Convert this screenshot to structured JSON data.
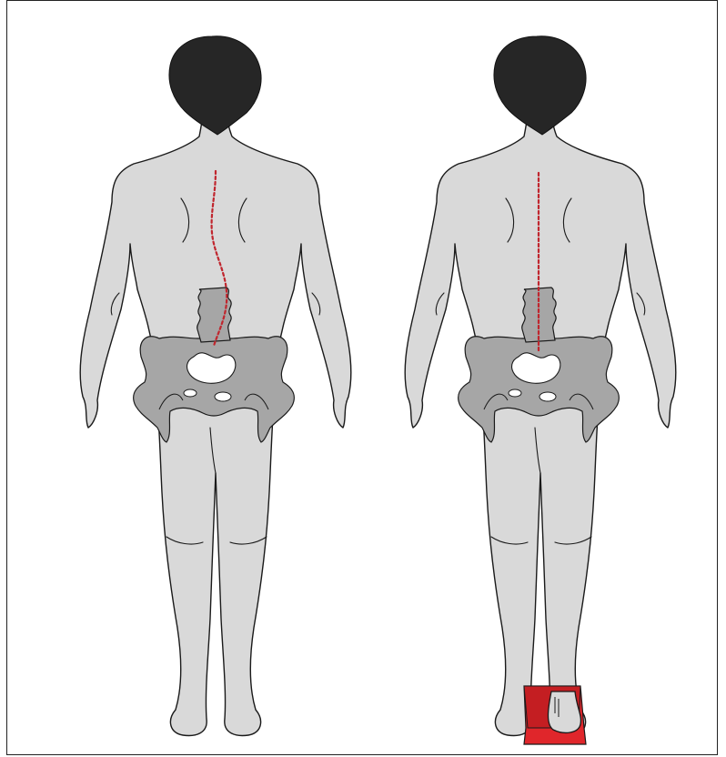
{
  "figure": {
    "panels": [
      {
        "id": "uneven-legs",
        "spine": "curved",
        "heel_lift": false
      },
      {
        "id": "with-heel-lift",
        "spine": "straight",
        "heel_lift": true
      }
    ],
    "colors": {
      "background": "#ffffff",
      "skin": "#d9d9d9",
      "outline": "#1a1a1a",
      "hair": "#262626",
      "bone": "#a6a6a6",
      "spine_line": "#c0262e",
      "heel_lift": "#e0262b",
      "heel_lift_top": "#c41e22"
    }
  }
}
